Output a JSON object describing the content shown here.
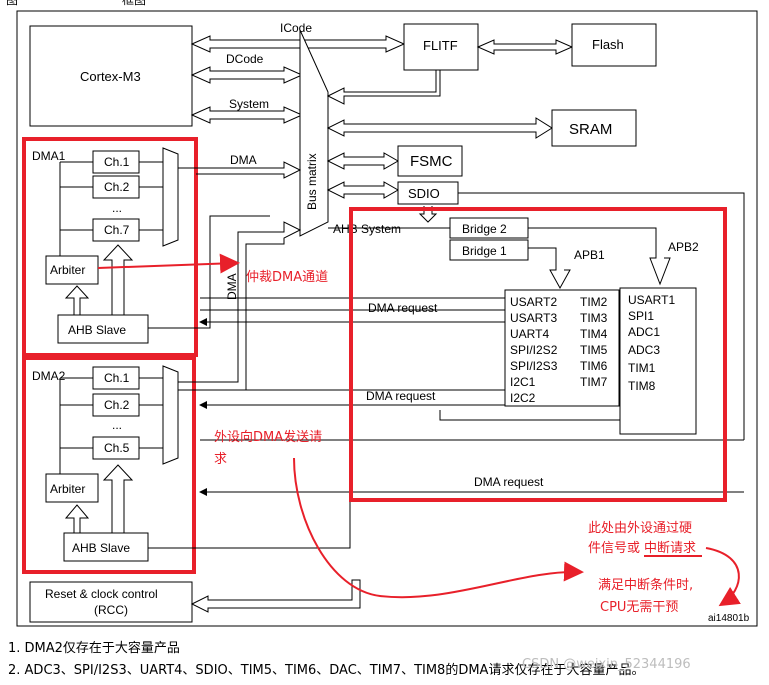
{
  "diagram": {
    "top_label": "图",
    "top_label_suffix": "框图",
    "cortex": "Cortex-M3",
    "icode": "ICode",
    "dcode": "DCode",
    "system": "System",
    "flitf": "FLITF",
    "flash": "Flash",
    "sram": "SRAM",
    "fsmc": "FSMC",
    "sdio": "SDIO",
    "bus_matrix": "Bus matrix",
    "dma_bus": "DMA",
    "dma_bus2": "DMA",
    "ahb_system": "AHB System",
    "bridge2": "Bridge 2",
    "bridge1": "Bridge 1",
    "apb1": "APB1",
    "apb2": "APB2",
    "dma1": "DMA1",
    "dma1_channels": [
      "Ch.1",
      "Ch.2",
      "Ch.7"
    ],
    "dma1_arbiter": "Arbiter",
    "dma1_ahb_slave": "AHB Slave",
    "dma2": "DMA2",
    "dma2_channels": [
      "Ch.1",
      "Ch.2",
      "Ch.5"
    ],
    "dma2_arbiter": "Arbiter",
    "dma2_ahb_slave": "AHB Slave",
    "dma_request_1": "DMA request",
    "dma_request_2": "DMA request",
    "dma_request_3": "DMA request",
    "apb1_col1": [
      "USART2",
      "USART3",
      "UART4",
      "SPI/I2S2",
      "SPI/I2S3",
      "I2C1",
      "I2C2"
    ],
    "apb1_col2": [
      "TIM2",
      "TIM3",
      "TIM4",
      "TIM5",
      "TIM6",
      "TIM7"
    ],
    "apb2_col": [
      "USART1",
      "SPI1",
      "ADC1",
      "ADC3",
      "TIM1",
      "TIM8"
    ],
    "rcc_line1": "Reset & clock control",
    "rcc_line2": "(RCC)",
    "fig_id": "ai14801b",
    "dots": "..."
  },
  "annotations": {
    "arbitrate": "仲裁DMA通道",
    "periph_request_1": "外设向DMA发送请",
    "periph_request_2": "求",
    "hw_signal_1": "此处由外设通过硬",
    "hw_signal_2_a": "件信号或",
    "hw_signal_2_b": "中断请求",
    "no_cpu_1": "满足中断条件时,",
    "no_cpu_2": "CPU无需干预"
  },
  "footnotes": {
    "note1": "1.  DMA2仅存在于大容量产品",
    "note2": "2.  ADC3、SPI/I2S3、UART4、SDIO、TIM5、TIM6、DAC、TIM7、TIM8的DMA请求仅存在于大容量产品。"
  },
  "watermark": "CSDN @weixin_52344196"
}
